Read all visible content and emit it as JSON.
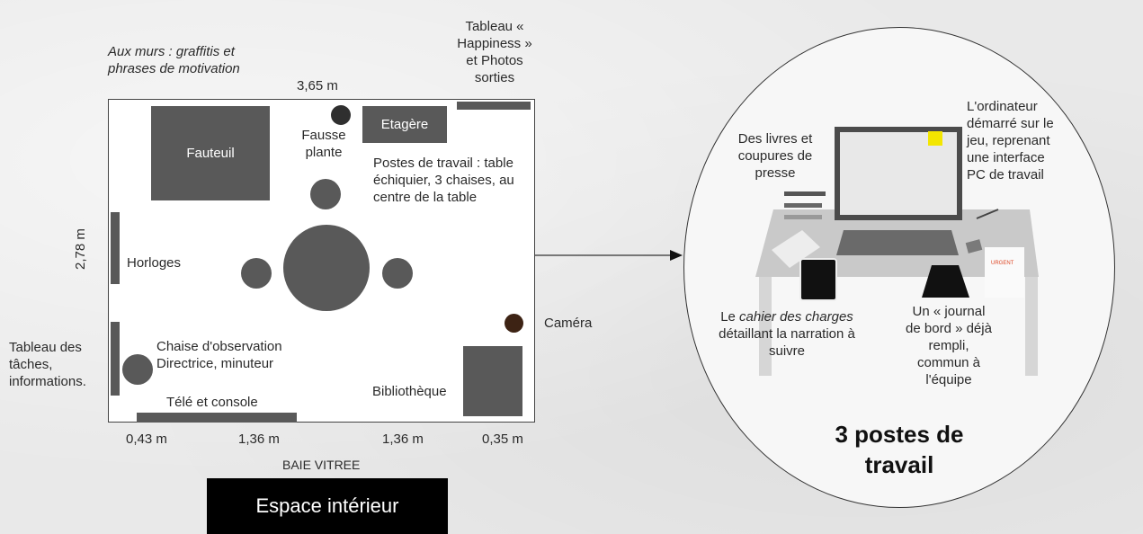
{
  "walls_note": "Aux murs : graffitis et phrases de motivation",
  "tableau_happiness": "Tableau « Happiness » et Photos sorties",
  "dim_top": "3,65 m",
  "dim_left": "2,78 m",
  "dims_bottom": [
    "0,43 m",
    "1,36 m",
    "1,36 m",
    "0,35 m"
  ],
  "baie": "BAIE VITREE",
  "room": {
    "fauteuil": "Fauteuil",
    "fausse_plante": "Fausse plante",
    "etagere": "Etagère",
    "postes": "Postes de travail : table échiquier, 3 chaises, au centre de la table",
    "horloges": "Horloges",
    "chaise_obs": "Chaise d'observation Directrice, minuteur",
    "tele": "Télé et console",
    "bibliotheque": "Bibliothèque",
    "camera": "Caméra"
  },
  "tableau_taches": "Tableau des tâches, informations.",
  "title": "Espace intérieur",
  "zoom": {
    "livres": "Des livres et coupures de presse",
    "ordinateur": "L'ordinateur démarré sur le jeu, reprenant une interface PC de travail",
    "cahier_pre": "Le ",
    "cahier_em": "cahier des charges",
    "cahier_post": " détaillant la narration à suivre",
    "journal": "Un « journal de bord » déjà rempli, commun à l'équipe",
    "urgent": "URGENT",
    "title": "3 postes de travail"
  }
}
